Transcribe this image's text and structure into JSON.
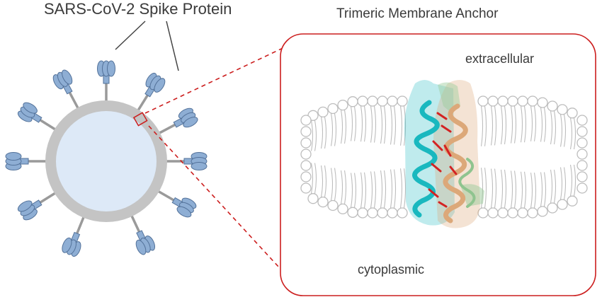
{
  "virus": {
    "title": "SARS-CoV-2 Spike Protein"
  },
  "zoom_panel": {
    "title": "Trimeric Membrane Anchor",
    "extracellular_label": "extracellular",
    "cytoplasmic_label": "cytoplasmic"
  },
  "colors": {
    "envelope": "#c4c4c4",
    "virion_interior": "#dde9f7",
    "spike_head": "#8eaed4",
    "spike_outline": "#53729a",
    "stalk": "#9a9a9a",
    "zoom_outline": "#cc1e1e",
    "lipid": "#bdbdbd",
    "helix_cyan": "#19b8bf",
    "helix_tan": "#dca879",
    "helix_green": "#9ccc9c",
    "highlight_red": "#d32222"
  }
}
